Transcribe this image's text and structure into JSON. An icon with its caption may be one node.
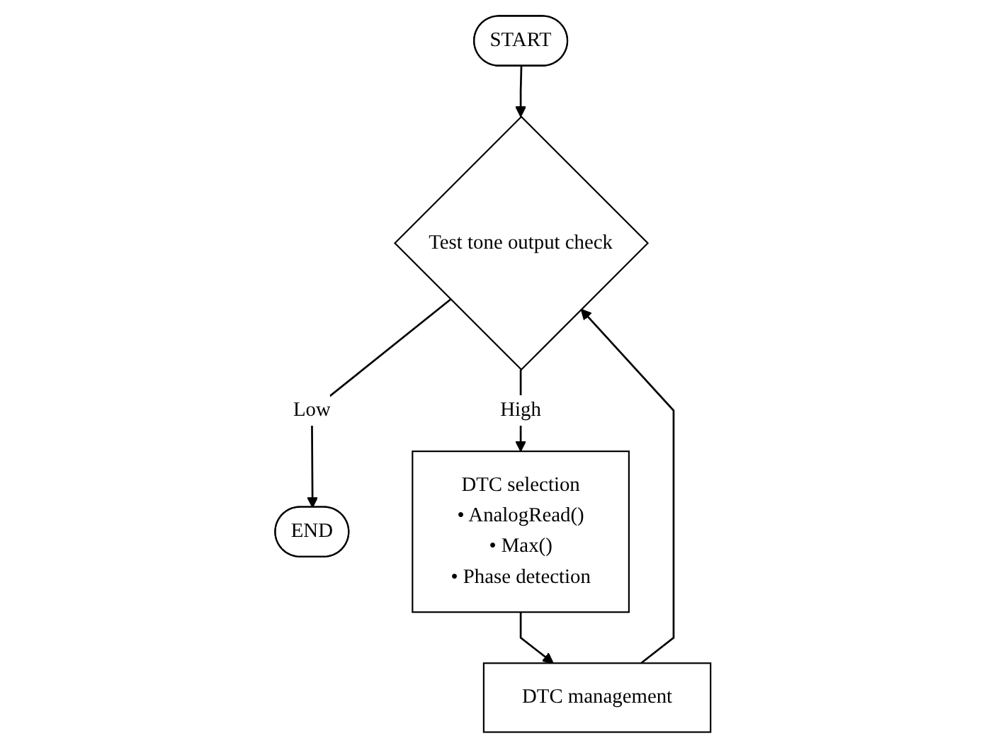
{
  "diagram": {
    "nodes": [
      {
        "text": [
          "START"
        ]
      },
      {
        "text": [
          "Test tone output check"
        ]
      },
      {
        "text": [
          "END"
        ]
      },
      {
        "text": [
          "DTC selection",
          "• AnalogRead()",
          "• Max()",
          "• Phase detection"
        ]
      },
      {
        "text": [
          "DTC management"
        ]
      }
    ],
    "edges": [
      {
        "from": 0,
        "to": 1,
        "arrow": "to"
      },
      {
        "from": 1,
        "to": 2,
        "arrow": "to",
        "label": "Low"
      },
      {
        "from": 1,
        "to": 3,
        "arrow": "to",
        "label": "High"
      },
      {
        "from": 3,
        "to": 4,
        "arrow": "to"
      },
      {
        "from": 4,
        "to": 1,
        "arrow": "to"
      }
    ]
  }
}
